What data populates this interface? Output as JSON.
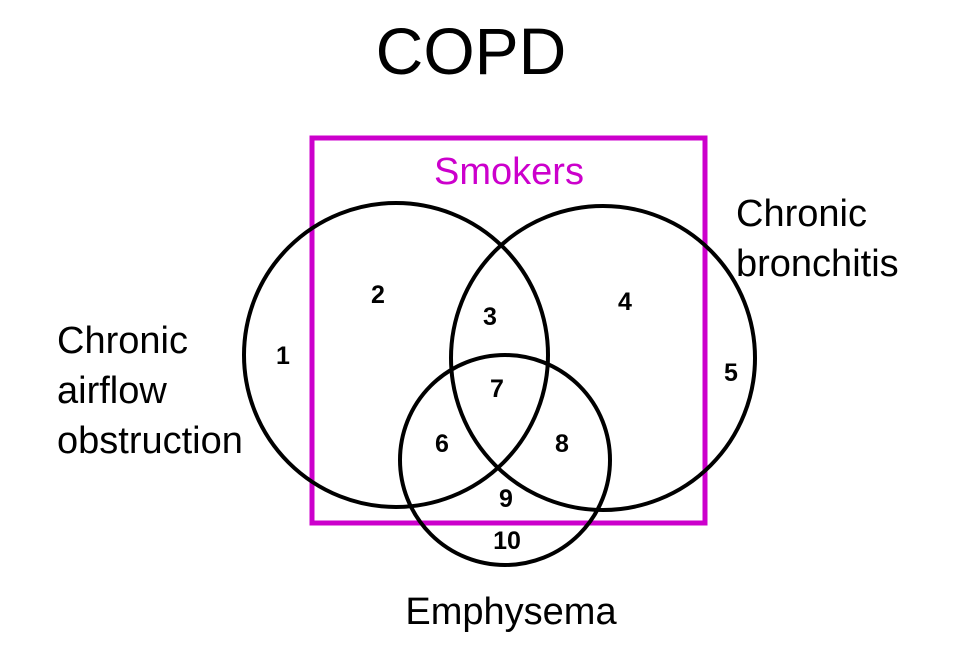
{
  "title": "COPD",
  "colors": {
    "smokers": "#cc00cc",
    "circles": "#000000",
    "text": "#000000"
  },
  "sets": {
    "smokers": "Smokers",
    "bronchitis": [
      "Chronic",
      "bronchitis"
    ],
    "airflow": [
      "Chronic",
      "airflow",
      "obstruction"
    ],
    "emphysema": "Emphysema"
  },
  "regions": [
    "1",
    "2",
    "3",
    "4",
    "5",
    "6",
    "7",
    "8",
    "9",
    "10"
  ]
}
